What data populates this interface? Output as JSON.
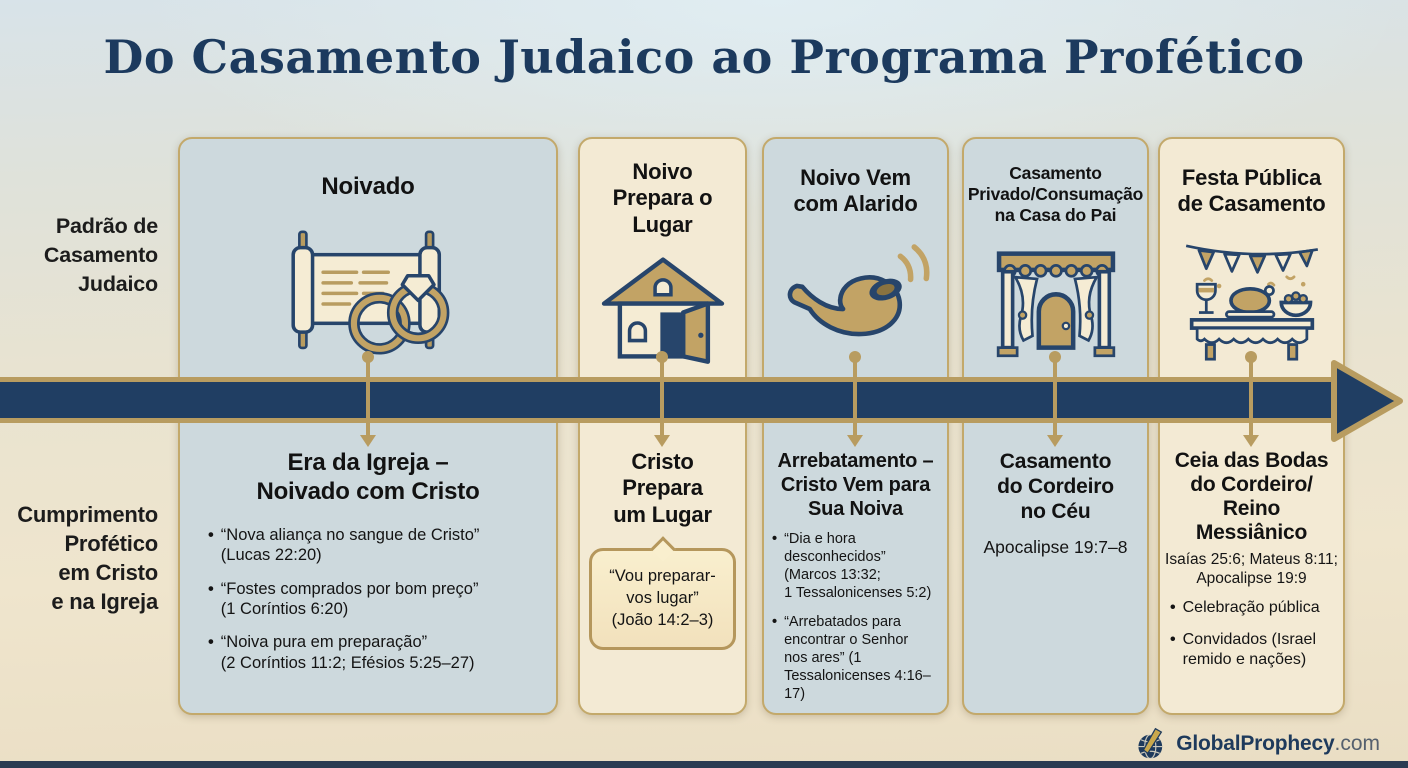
{
  "title": "Do Casamento Judaico ao Programa Profético",
  "left_labels": {
    "pattern": "Padrão de\nCasamento\nJudaico",
    "fulfillment": "Cumprimento\nProfético\nem Cristo\ne na Igreja"
  },
  "columns": [
    {
      "top_title": "Noivado",
      "icon": "scroll-and-rings-icon",
      "bottom_title": "Era da Igreja –\nNoivado com Cristo",
      "bullets": [
        "“Nova aliança no sangue de Cristo”\n(Lucas 22:20)",
        "“Fostes comprados por bom preço”\n(1 Coríntios 6:20)",
        "“Noiva pura em preparação”\n(2 Coríntios 11:2; Efésios 5:25–27)"
      ]
    },
    {
      "top_title": "Noivo\nPrepara o\nLugar",
      "icon": "house-open-door-icon",
      "bottom_title": "Cristo\nPrepara\num Lugar",
      "speech_bubble": "“Vou preparar-\nvos lugar”\n(João 14:2–3)"
    },
    {
      "top_title": "Noivo Vem\ncom Alarido",
      "icon": "shofar-icon",
      "bottom_title": "Arrebatamento –\nCristo Vem para\nSua Noiva",
      "bullets": [
        "“Dia e hora\ndesconhecidos”\n(Marcos 13:32;\n1 Tessalonicenses 5:2)",
        "“Arrebatados para\nencontrar o Senhor\nnos ares” (1\nTessalonicenses 4:16–17)"
      ]
    },
    {
      "top_title": "Casamento\nPrivado/Consumação\nna Casa do Pai",
      "icon": "chuppah-icon",
      "bottom_title": "Casamento\ndo Cordeiro\nno Céu",
      "reference": "Apocalipse 19:7–8"
    },
    {
      "top_title": "Festa Pública\nde Casamento",
      "icon": "banquet-table-icon",
      "bottom_title": "Ceia das Bodas\ndo Cordeiro/\nReino\nMessiânico",
      "reference": "Isaías 25:6; Mateus 8:11;\nApocalipse 19:9",
      "bullets": [
        "Celebração pública",
        "Convidados (Israel\nremido e nações)"
      ]
    }
  ],
  "footer": {
    "brand_bold": "GlobalProphecy",
    "brand_suffix": ".com"
  },
  "colors": {
    "navy": "#1e3a5c",
    "gold": "#b89c60",
    "card_blue": "#cdd9dd",
    "card_cream": "#f3ead4",
    "bubble_fill": "#f9efce",
    "text_dark": "#141414"
  }
}
